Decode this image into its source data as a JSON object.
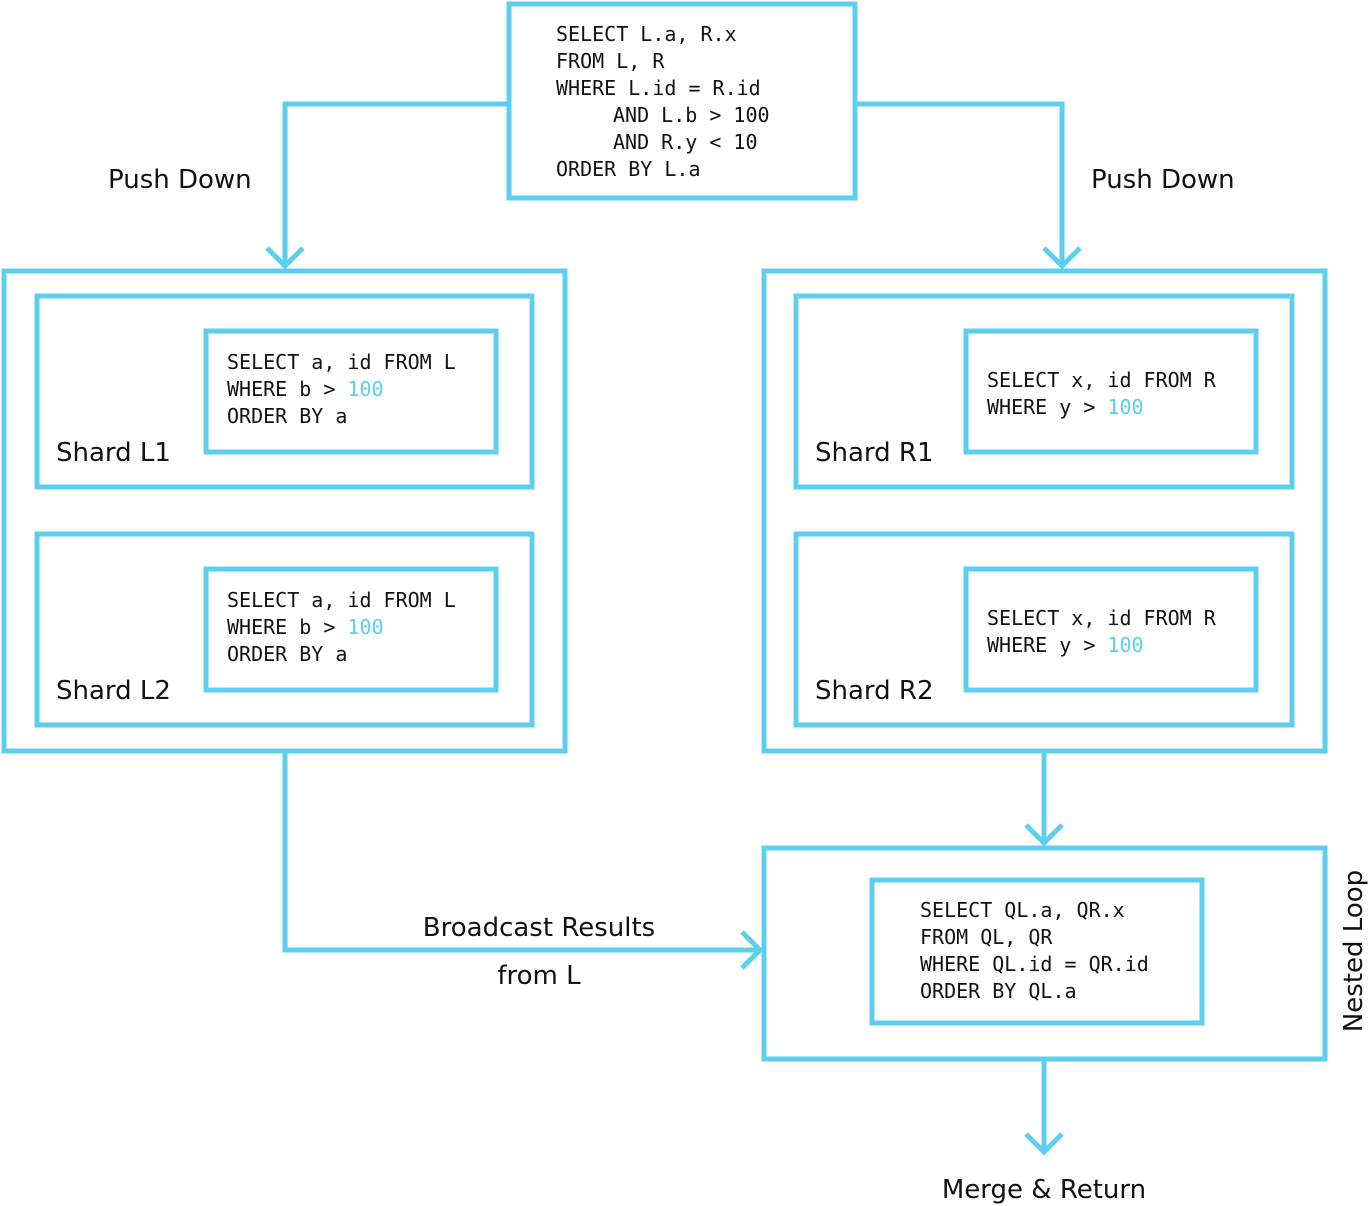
{
  "colors": {
    "accent": "#5ccff0",
    "text": "#111111"
  },
  "top_query": {
    "line1": "SELECT L.a, R.x",
    "line2": "FROM L, R",
    "line3": "WHERE L.id = R.id",
    "line4": "AND L.b > 100",
    "line5": "AND R.y < 10",
    "line6": "ORDER BY L.a"
  },
  "edge_labels": {
    "push_down_left": "Push Down",
    "push_down_right": "Push Down",
    "broadcast_line1": "Broadcast Results",
    "broadcast_line2": "from L",
    "nested_loop": "Nested Loop",
    "merge_return": "Merge & Return"
  },
  "shards": {
    "l1": {
      "label": "Shard L1",
      "q1": "SELECT a, id FROM L",
      "q2_prefix": "WHERE b > ",
      "q2_value": "100",
      "q3": "ORDER BY a"
    },
    "l2": {
      "label": "Shard L2",
      "q1": "SELECT a, id FROM L",
      "q2_prefix": "WHERE b > ",
      "q2_value": "100",
      "q3": "ORDER BY a"
    },
    "r1": {
      "label": "Shard R1",
      "q1": "SELECT x, id FROM R",
      "q2_prefix": "WHERE y > ",
      "q2_value": "100"
    },
    "r2": {
      "label": "Shard R2",
      "q1": "SELECT x, id FROM R",
      "q2_prefix": "WHERE y > ",
      "q2_value": "100"
    }
  },
  "join_query": {
    "line1": "SELECT QL.a, QR.x",
    "line2": "FROM QL, QR",
    "line3": "WHERE QL.id = QR.id",
    "line4": "ORDER BY QL.a"
  }
}
